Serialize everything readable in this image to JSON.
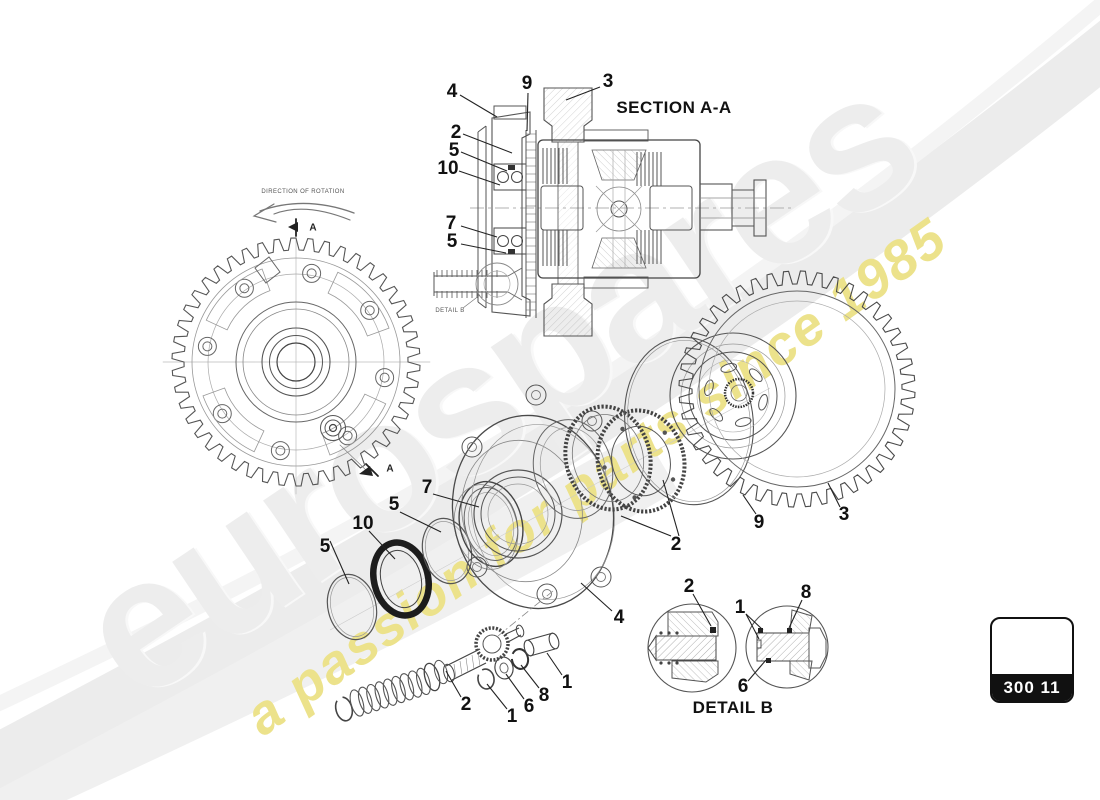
{
  "watermark": {
    "brand": "eurospares",
    "tagline": "a passion for parts since 1985",
    "brand_color": "#ededed",
    "tagline_color": "#ece28b"
  },
  "labels": {
    "section_title": "SECTION A-A",
    "detail_title": "DETAIL B",
    "detail_ref": "DETAIL B",
    "direction": "DIRECTION OF ROTATION",
    "marker_top": "A",
    "marker_bottom": "A"
  },
  "part_code": "300 11",
  "colors": {
    "line": "#4a4a4a",
    "callout_text": "#111111",
    "code_box_bg": "#111111"
  },
  "callouts": {
    "section": [
      "4",
      "9",
      "3",
      "2",
      "5",
      "10",
      "7",
      "5"
    ],
    "exploded": [
      "5",
      "10",
      "5",
      "7",
      "4",
      "2",
      "9",
      "3"
    ],
    "shaft": [
      "2",
      "1",
      "6",
      "8",
      "1"
    ],
    "detail": [
      "2",
      "1",
      "8",
      "6"
    ]
  }
}
